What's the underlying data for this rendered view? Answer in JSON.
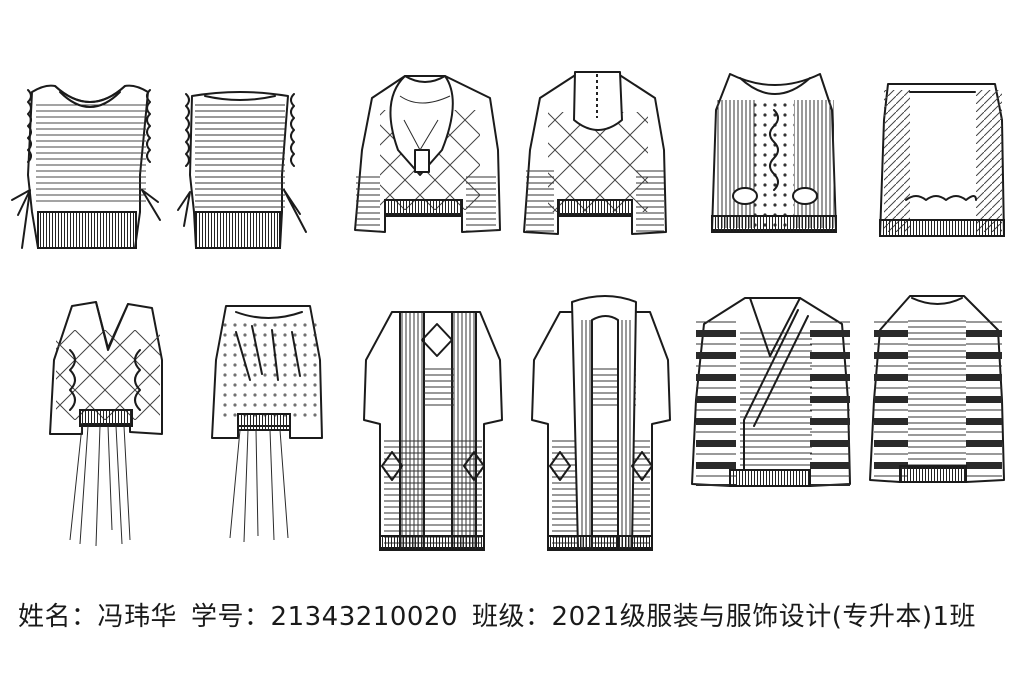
{
  "student": {
    "name_label": "姓名：",
    "name": "冯玮华",
    "id_label": "学号：",
    "id": "21343210020",
    "class_label": "班级：",
    "class": "2021级服装与服饰设计(专升本)1班"
  },
  "sketches": [
    {
      "name": "ruffle-vest-front"
    },
    {
      "name": "ruffle-vest-back"
    },
    {
      "name": "shawl-collar-sweater-front"
    },
    {
      "name": "shawl-collar-sweater-back"
    },
    {
      "name": "cable-vest-front"
    },
    {
      "name": "cable-vest-back"
    },
    {
      "name": "v-neck-fringe-sweater-front"
    },
    {
      "name": "v-neck-fringe-sweater-back"
    },
    {
      "name": "long-scarf-cardigan-front"
    },
    {
      "name": "long-scarf-cardigan-back"
    },
    {
      "name": "wrap-striped-sweater-front"
    },
    {
      "name": "wrap-striped-sweater-back"
    }
  ],
  "colors": {
    "ink": "#1b1b1b",
    "paper": "#ffffff"
  }
}
